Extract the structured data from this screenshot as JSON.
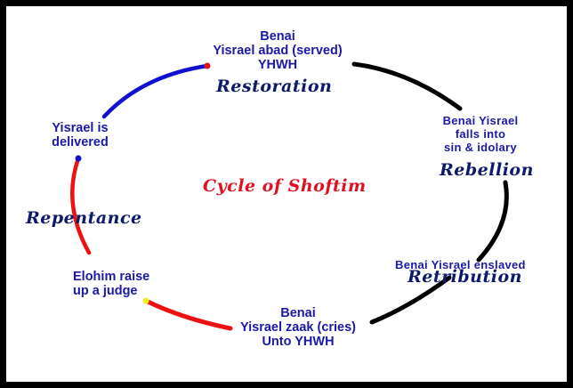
{
  "title": "Cycle of Shoftim",
  "colors": {
    "label_text": "#1a1aa6",
    "stage_text": "#0d1a6b",
    "title_text": "#e01020",
    "arc_restoration": "#1010d0",
    "arc_rebellion": "#000000",
    "arc_retribution": "#000000",
    "arc_repentance": "#ee1111",
    "dot_red": "#dd1111",
    "dot_blue": "#1010d0",
    "dot_yellow": "#f0f020",
    "background": "#ffffff",
    "border": "#000000"
  },
  "nodes": {
    "top": {
      "lines": [
        "Benai",
        "Yisrael abad (served)",
        "YHWH"
      ],
      "stage": "Restoration"
    },
    "right": {
      "lines": [
        "Benai Yisrael",
        "falls into",
        "sin & idolary"
      ],
      "stage": "Rebellion"
    },
    "lower_right": {
      "lines": [
        "Benai Yisrael enslaved"
      ],
      "stage": "Retribution"
    },
    "bottom": {
      "lines": [
        "Benai",
        "Yisrael zaak (cries)",
        "Unto YHWH"
      ]
    },
    "lower_left": {
      "lines": [
        "Elohim raise",
        "up a judge"
      ]
    },
    "left": {
      "lines": [
        "Yisrael is",
        "delivered"
      ],
      "stage": "Repentance"
    }
  }
}
